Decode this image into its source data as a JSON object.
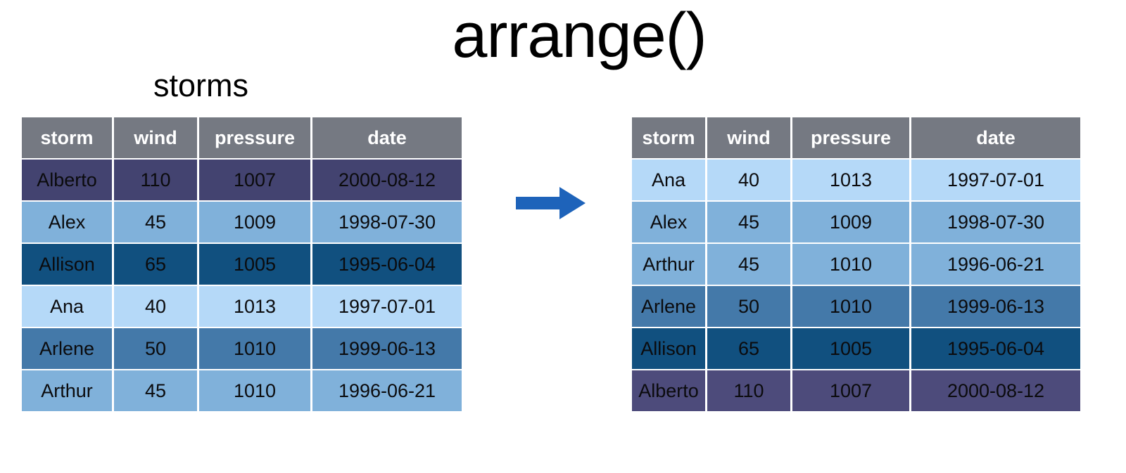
{
  "title": "arrange()",
  "colors": {
    "header-bg": "#757982",
    "header-text": "#ffffff",
    "arrow": "#1e63ba"
  },
  "left_table": {
    "label": "storms",
    "columns": [
      "storm",
      "wind",
      "pressure",
      "date"
    ],
    "rows": [
      {
        "bg": "#434370",
        "cells": [
          "Alberto",
          "110",
          "1007",
          "2000-08-12"
        ]
      },
      {
        "bg": "#80b1da",
        "cells": [
          "Alex",
          "45",
          "1009",
          "1998-07-30"
        ]
      },
      {
        "bg": "#11507f",
        "cells": [
          "Allison",
          "65",
          "1005",
          "1995-06-04"
        ]
      },
      {
        "bg": "#b5d9f8",
        "cells": [
          "Ana",
          "40",
          "1013",
          "1997-07-01"
        ]
      },
      {
        "bg": "#4479a9",
        "cells": [
          "Arlene",
          "50",
          "1010",
          "1999-06-13"
        ]
      },
      {
        "bg": "#80b1da",
        "cells": [
          "Arthur",
          "45",
          "1010",
          "1996-06-21"
        ]
      }
    ]
  },
  "right_table": {
    "columns": [
      "storm",
      "wind",
      "pressure",
      "date"
    ],
    "rows": [
      {
        "bg": "#b5d9f8",
        "cells": [
          "Ana",
          "40",
          "1013",
          "1997-07-01"
        ]
      },
      {
        "bg": "#80b1da",
        "cells": [
          "Alex",
          "45",
          "1009",
          "1998-07-30"
        ]
      },
      {
        "bg": "#80b1da",
        "cells": [
          "Arthur",
          "45",
          "1010",
          "1996-06-21"
        ]
      },
      {
        "bg": "#4479a9",
        "cells": [
          "Arlene",
          "50",
          "1010",
          "1999-06-13"
        ]
      },
      {
        "bg": "#11507f",
        "cells": [
          "Allison",
          "65",
          "1005",
          "1995-06-04"
        ]
      },
      {
        "bg": "#4d4b7b",
        "cells": [
          "Alberto",
          "110",
          "1007",
          "2000-08-12"
        ]
      }
    ]
  }
}
